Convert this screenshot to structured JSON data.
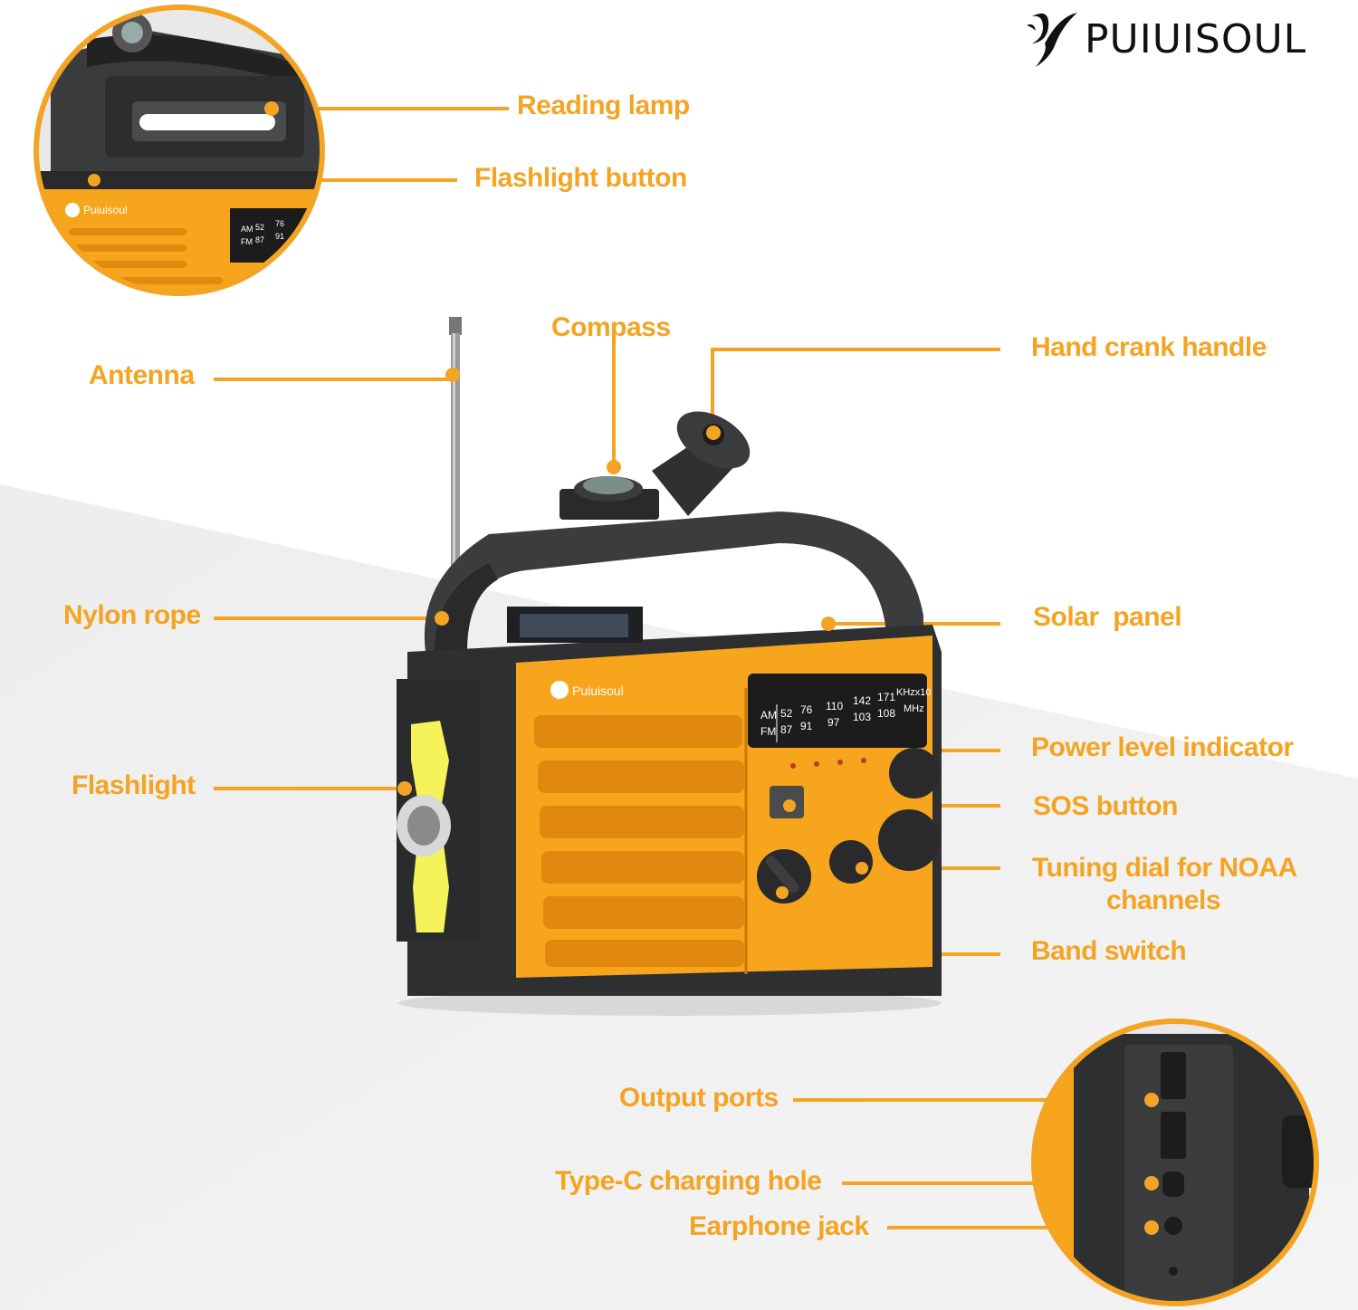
{
  "brand": {
    "name": "PUIUISOUL",
    "product_logo": "Puiuisoul"
  },
  "labels": {
    "reading_lamp": "Reading lamp",
    "flashlight_button": "Flashlight button",
    "compass": "Compass",
    "hand_crank_handle": "Hand crank handle",
    "antenna": "Antenna",
    "nylon_rope": "Nylon rope",
    "solar_panel": "Solar  panel",
    "power_level_indicator": "Power level indicator",
    "flashlight": "Flashlight",
    "sos_button": "SOS button",
    "tuning_dial_line1": "Tuning dial for NOAA",
    "tuning_dial_line2": "channels",
    "band_switch": "Band switch",
    "output_ports": "Output ports",
    "type_c": "Type-C charging hole",
    "earphone": "Earphone jack"
  },
  "dial": {
    "am_label": "AM",
    "fm_label": "FM",
    "am_values": [
      "52",
      "76",
      "110",
      "142",
      "171"
    ],
    "fm_values": [
      "87",
      "91",
      "97",
      "103",
      "108"
    ],
    "am_unit": "KHzx10",
    "fm_unit": "MHz"
  },
  "colors": {
    "accent": "#f4a423",
    "body_orange": "#f7a51c",
    "dark": "#2e2f31"
  },
  "icons": [
    "compass-icon",
    "flashlight-icon",
    "usb-port-icon",
    "type-c-port-icon",
    "earphone-jack-icon",
    "brand-logo-icon"
  ]
}
